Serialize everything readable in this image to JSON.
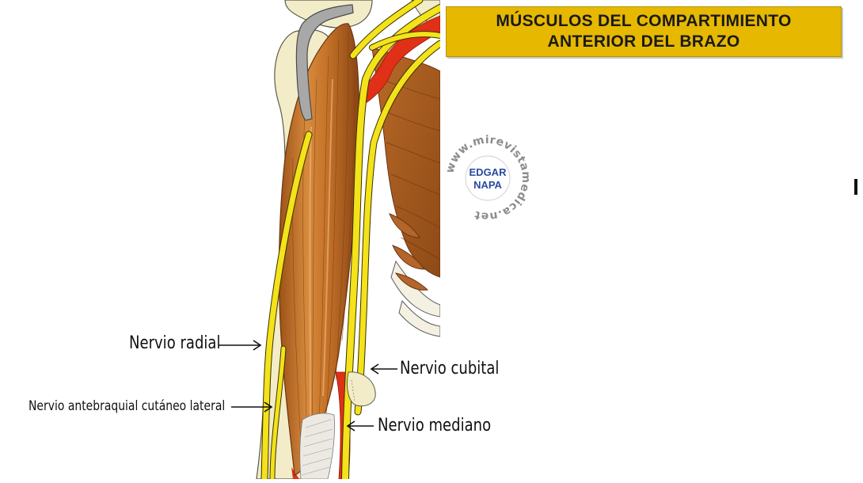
{
  "title": {
    "line1": "MÚSCULOS DEL COMPARTIMIENTO",
    "line2": "ANTERIOR DEL BRAZO"
  },
  "labels": {
    "nervio_radial": "Nervio radial",
    "nervio_antebraquial": "Nervio antebraquial cutáneo lateral",
    "nervio_cubital": "Nervio cubital",
    "nervio_mediano": "Nervio mediano"
  },
  "watermark": {
    "outer_text": "www.mirevistamedica.net",
    "inner_line1": "EDGAR",
    "inner_line2": "NAPA"
  },
  "colors": {
    "title_bg": "#e6b800",
    "muscle": "#c8742a",
    "muscle_dark": "#8e4a16",
    "nerve": "#f4e21a",
    "artery": "#e03018",
    "bone": "#f3ecc8",
    "tendon": "#e8e4dc"
  }
}
